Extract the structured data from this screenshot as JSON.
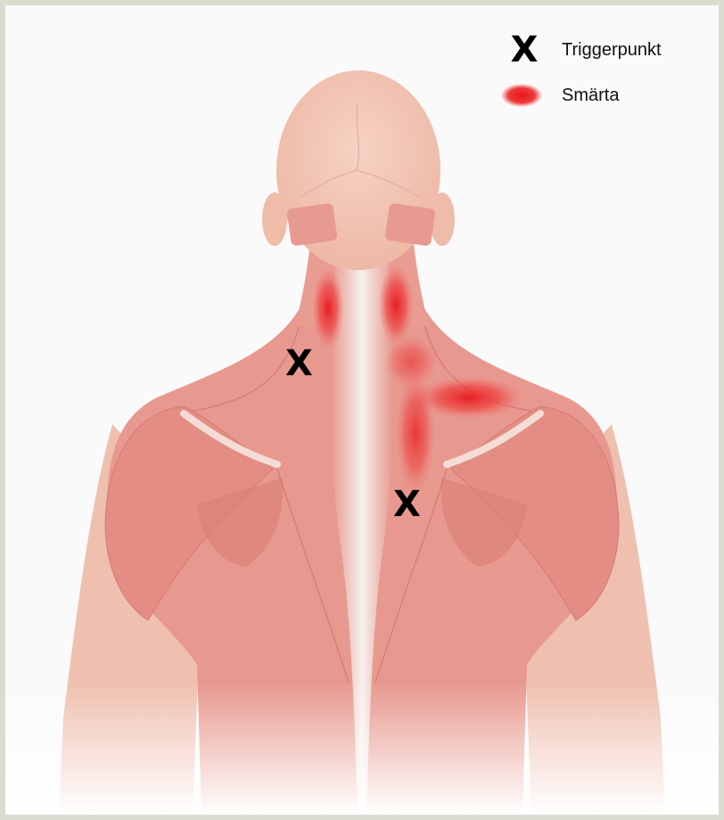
{
  "legend": {
    "trigger_symbol": "X",
    "trigger_label": "Triggerpunkt",
    "pain_label": "Smärta",
    "pain_color": "#e8181c"
  },
  "markers": [
    {
      "symbol": "X",
      "region": "left-neck-shoulder"
    },
    {
      "symbol": "X",
      "region": "right-mid-back"
    }
  ],
  "colors": {
    "muscle": "#e89a90",
    "skin": "#f4cbbd",
    "spine": "#f2ece8",
    "background": "#ffffff",
    "frame": "#d9ddd0"
  }
}
